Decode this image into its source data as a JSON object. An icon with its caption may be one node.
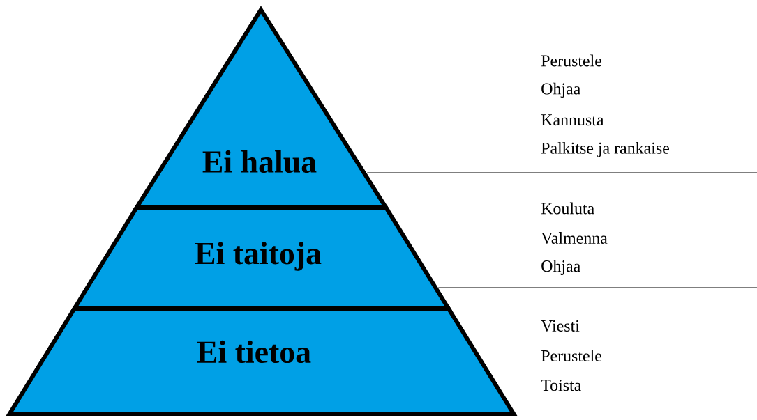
{
  "diagram": {
    "nodes": [
      {
        "text": [
          "Ei halua"
        ],
        "beside": [
          "Perustele",
          "Ohjaa",
          "Kannusta",
          "Palkitse ja rankaise"
        ]
      },
      {
        "text": [
          "Ei taitoja"
        ],
        "beside": [
          "Kouluta",
          "Valmenna",
          "Ohjaa"
        ]
      },
      {
        "text": [
          "Ei tietoa"
        ],
        "beside": [
          "Viesti",
          "Perustele",
          "Toista"
        ]
      }
    ]
  }
}
